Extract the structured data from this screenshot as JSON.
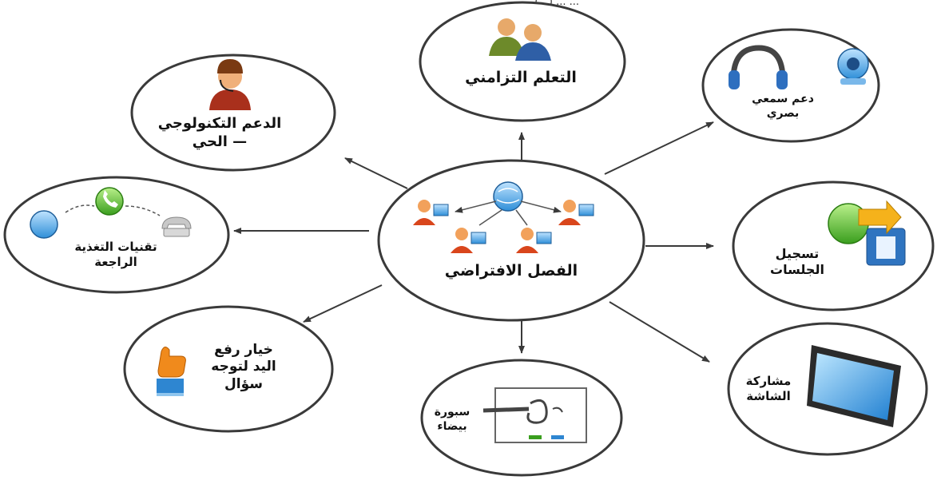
{
  "header_fragment": "(...) ... ...",
  "center": {
    "line1": "الفصل  الافتراضي"
  },
  "nodes": {
    "sync_learning": {
      "line1": "التعلم  التزامني"
    },
    "av_support": {
      "line1": "دعم سمعي",
      "line2": "بصري"
    },
    "tech_support": {
      "line1": "الدعم  التكنولوجي",
      "line2": "—  الحي"
    },
    "feedback": {
      "line1": "تقنيات التغذية",
      "line2": "الراجعة"
    },
    "recording": {
      "line1": "تسجيل",
      "line2": "الجلسات"
    },
    "raise_hand": {
      "line1": "خيار رفع",
      "line2": "اليد لتوجه",
      "line3": "سؤال"
    },
    "whiteboard": {
      "line1": "سبورة",
      "line2": "بيضاء"
    },
    "screen_share": {
      "line1": "مشاركة",
      "line2": "الشاشة"
    }
  },
  "colors": {
    "ellipse_stroke": "#3a3a3a",
    "arrow": "#3a3a3a"
  },
  "icons": [
    "network-icon",
    "group-icon",
    "headset-icon",
    "webcam-icon",
    "operator-icon",
    "phone-icon",
    "record-icon",
    "raise-hand-icon",
    "whiteboard-icon",
    "monitor-icon"
  ]
}
